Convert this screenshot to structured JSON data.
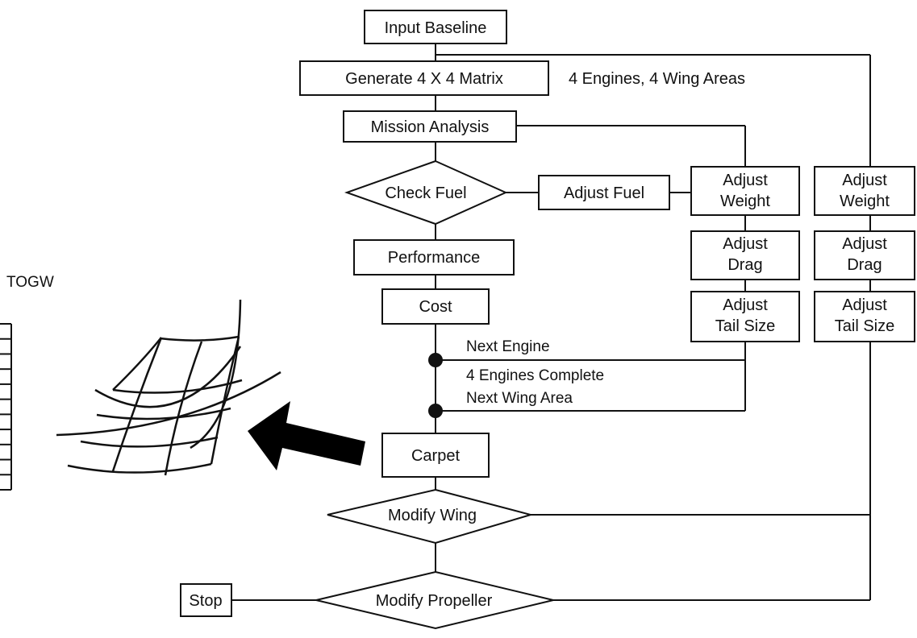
{
  "flowchart": {
    "input_baseline": "Input Baseline",
    "generate_matrix": "Generate 4 X 4 Matrix",
    "matrix_note": "4 Engines, 4 Wing Areas",
    "mission_analysis": "Mission Analysis",
    "check_fuel": "Check Fuel",
    "adjust_fuel": "Adjust Fuel",
    "performance": "Performance",
    "cost": "Cost",
    "next_engine": "Next Engine",
    "engines_complete": "4 Engines Complete",
    "next_wing_area": "Next Wing Area",
    "carpet": "Carpet",
    "modify_wing": "Modify Wing",
    "modify_propeller": "Modify Propeller",
    "stop": "Stop",
    "adjust_column_1": {
      "weight_line1": "Adjust",
      "weight_line2": "Weight",
      "drag_line1": "Adjust",
      "drag_line2": "Drag",
      "tail_line1": "Adjust",
      "tail_line2": "Tail Size"
    },
    "adjust_column_2": {
      "weight_line1": "Adjust",
      "weight_line2": "Weight",
      "drag_line1": "Adjust",
      "drag_line2": "Drag",
      "tail_line1": "Adjust",
      "tail_line2": "Tail Size"
    }
  },
  "carpet_plot": {
    "axis_label": "TOGW",
    "tick_count": 12
  }
}
